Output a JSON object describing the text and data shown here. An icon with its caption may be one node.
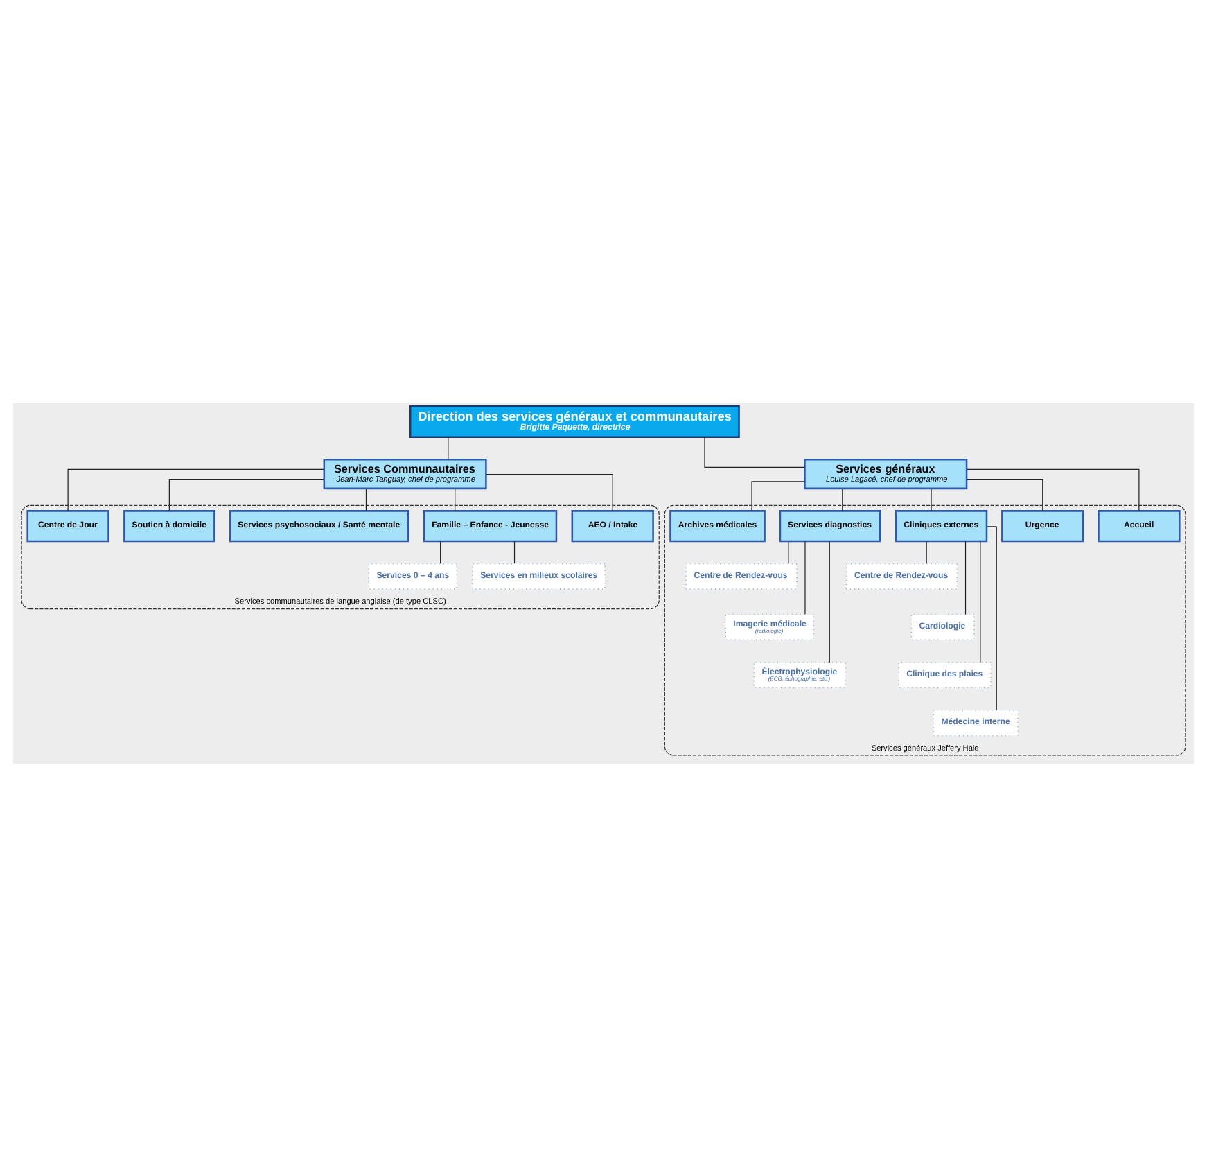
{
  "diagram": {
    "nodes": [
      {
        "text": [
          "Direction des services généraux et communautaires",
          "Brigitte Paquette, directrice"
        ]
      },
      {
        "text": [
          "Services Communautaires",
          "Jean-Marc Tanguay, chef de programme"
        ]
      },
      {
        "text": [
          "Services communautaires de langue anglaise (de type CLSC)"
        ]
      },
      {
        "text": [
          "AEO / Intake"
        ],
        "in": 2
      },
      {
        "text": [
          "Famille – Enfance - Jeunesse"
        ],
        "in": 2
      },
      {
        "text": [
          "Services psychosociaux / Santé mentale"
        ],
        "in": 2
      },
      {
        "text": [
          "Services 0 – 4 ans"
        ],
        "in": 2
      },
      {
        "text": [
          "Services en milieux scolaires"
        ],
        "in": 2
      },
      {
        "text": [
          "Soutien à domicile"
        ],
        "in": 2
      },
      {
        "text": [
          "Centre de Jour"
        ],
        "in": 2
      },
      {
        "text": [
          "Services généraux",
          "Louise Lagacé, chef de programme"
        ]
      },
      {
        "text": [
          "Services généraux Jeffery Hale"
        ]
      },
      {
        "text": [
          "Accueil"
        ],
        "in": 11
      },
      {
        "text": [
          "Urgence"
        ],
        "in": 11
      },
      {
        "text": [
          "Cliniques externes"
        ],
        "in": 11
      },
      {
        "text": [
          "Services diagnostics"
        ],
        "in": 11
      },
      {
        "text": [
          "Centre de Rendez-vous"
        ],
        "in": 11
      },
      {
        "text": [
          "Cardiologie"
        ],
        "in": 11
      },
      {
        "text": [
          "Clinique des plaies"
        ],
        "in": 11
      },
      {
        "text": [
          "Médecine interne"
        ],
        "in": 11
      },
      {
        "text": [
          "Centre de Rendez-vous"
        ],
        "in": 11
      },
      {
        "text": [
          "Imagerie médicale",
          "(radiologie)"
        ],
        "in": 11
      },
      {
        "text": [
          "Électrophysiologie",
          "(ECG, échographie, etc.)"
        ],
        "in": 11
      },
      {
        "text": [
          "Archives médicales"
        ],
        "in": 11
      }
    ],
    "edges": [
      {
        "from": 0,
        "to": 1,
        "arrow": "none"
      },
      {
        "from": 0,
        "to": 10,
        "arrow": "none"
      },
      {
        "from": 1,
        "to": 3,
        "arrow": "none"
      },
      {
        "from": 1,
        "to": 4,
        "arrow": "none"
      },
      {
        "from": 1,
        "to": 5,
        "arrow": "none"
      },
      {
        "from": 4,
        "to": 6,
        "arrow": "none"
      },
      {
        "from": 4,
        "to": 7,
        "arrow": "none"
      },
      {
        "from": 1,
        "to": 8,
        "arrow": "none"
      },
      {
        "from": 1,
        "to": 9,
        "arrow": "none"
      },
      {
        "from": 10,
        "to": 12,
        "arrow": "none"
      },
      {
        "from": 10,
        "to": 13,
        "arrow": "none"
      },
      {
        "from": 10,
        "to": 14,
        "arrow": "none"
      },
      {
        "from": 10,
        "to": 15,
        "arrow": "none"
      },
      {
        "from": 14,
        "to": 16,
        "arrow": "none"
      },
      {
        "from": 14,
        "to": 17,
        "arrow": "none"
      },
      {
        "from": 14,
        "to": 18,
        "arrow": "none"
      },
      {
        "from": 14,
        "to": 19,
        "arrow": "none"
      },
      {
        "from": 15,
        "to": 20,
        "arrow": "none"
      },
      {
        "from": 15,
        "to": 21,
        "arrow": "none"
      },
      {
        "from": 15,
        "to": 22,
        "arrow": "none"
      },
      {
        "from": 10,
        "to": 23,
        "arrow": "none"
      }
    ]
  }
}
